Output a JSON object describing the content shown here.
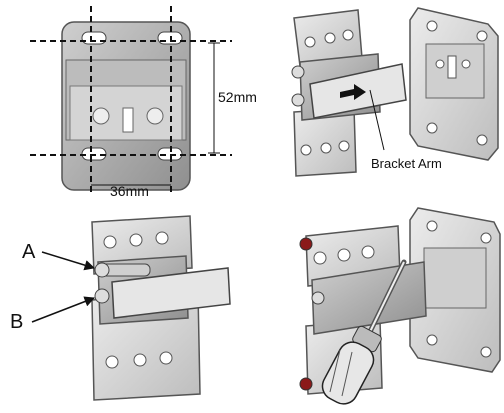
{
  "diagram": {
    "dimensions": {
      "height_label": "52mm",
      "width_label": "36mm"
    },
    "callouts": {
      "bracket_arm": "Bracket Arm",
      "point_a": "A",
      "point_b": "B"
    }
  },
  "icons": [
    "screwdriver-icon",
    "arrow-icon"
  ],
  "colors": {
    "metal": "#d9d9d9",
    "metal_dark": "#a9a9a9",
    "line": "#111111",
    "screw_cap_red": "#8b1a1a"
  }
}
